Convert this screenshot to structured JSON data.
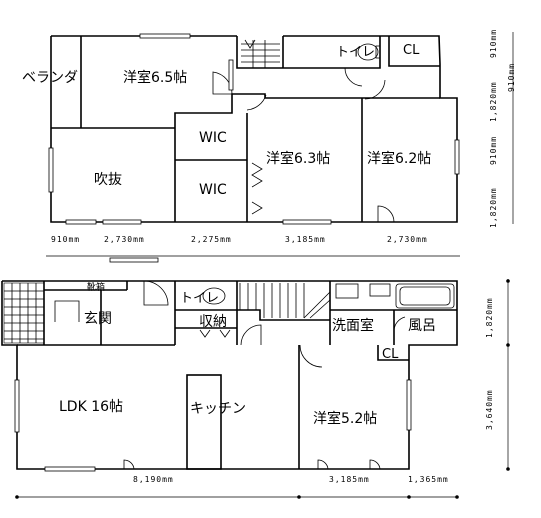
{
  "upper_floor": {
    "rooms": {
      "veranda": "ベランダ",
      "western_65": "洋室6.5帖",
      "toilet": "トイレ",
      "cl": "CL",
      "wic_1": "WIC",
      "wic_2": "WIC",
      "western_63": "洋室6.3帖",
      "western_62": "洋室6.2帖",
      "void": "吹抜"
    },
    "bottom_dims": [
      "910mm",
      "2,730mm",
      "2,275mm",
      "3,185mm",
      "2,730mm"
    ],
    "right_dims": [
      "910mm",
      "1,820mm",
      "910mm",
      "1,820mm",
      "910mm"
    ]
  },
  "lower_floor": {
    "rooms": {
      "shoe_box": "靴箱",
      "genkan": "玄関",
      "toilet": "トイレ",
      "storage": "収納",
      "washroom": "洗面室",
      "bath": "風呂",
      "cl": "CL",
      "ldk": "LDK 16帖",
      "kitchen": "キッチン",
      "western_52": "洋室5.2帖"
    },
    "bottom_dims": [
      "8,190mm",
      "3,185mm",
      "1,365mm"
    ],
    "right_dims": [
      "1,820mm",
      "3,640mm"
    ]
  }
}
